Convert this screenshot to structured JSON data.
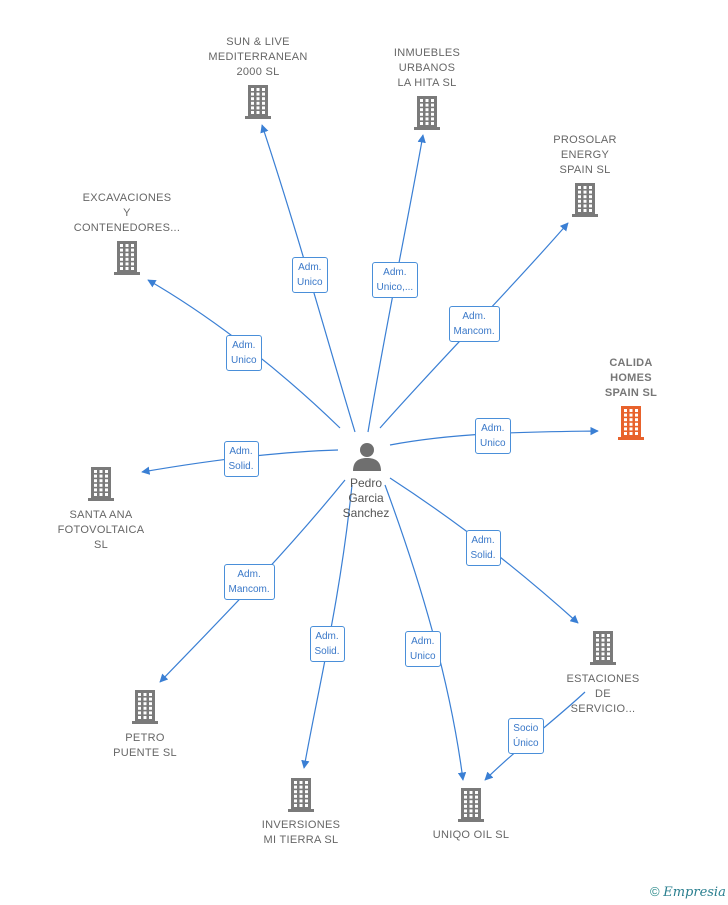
{
  "center": {
    "name": "Pedro\nGarcia\nSanchez"
  },
  "colors": {
    "edge": "#3a7fd4",
    "node": "#7a7a7a",
    "highlight": "#e8622c"
  },
  "nodes": [
    {
      "id": "sun-live",
      "label": "SUN & LIVE\nMEDITERRANEAN\n2000  SL",
      "highlight": false
    },
    {
      "id": "inmuebles",
      "label": "INMUEBLES\nURBANOS\nLA HITA  SL",
      "highlight": false
    },
    {
      "id": "prosolar",
      "label": "PROSOLAR\nENERGY\nSPAIN  SL",
      "highlight": false
    },
    {
      "id": "excavaciones",
      "label": "EXCAVACIONES\nY\nCONTENEDORES...",
      "highlight": false
    },
    {
      "id": "calida",
      "label": "CALIDA\nHOMES\nSPAIN  SL",
      "highlight": true
    },
    {
      "id": "santa-ana",
      "label": "SANTA ANA\nFOTOVOLTAICA\nSL",
      "highlight": false
    },
    {
      "id": "estaciones",
      "label": "ESTACIONES\nDE\nSERVICIO...",
      "highlight": false
    },
    {
      "id": "petro",
      "label": "PETRO\nPUENTE  SL",
      "highlight": false
    },
    {
      "id": "inversiones",
      "label": "INVERSIONES\nMI TIERRA  SL",
      "highlight": false
    },
    {
      "id": "uniqo",
      "label": "UNIQO OIL  SL",
      "highlight": false
    }
  ],
  "edges": [
    {
      "to": "sun-live",
      "label": "Adm.\nUnico"
    },
    {
      "to": "inmuebles",
      "label": "Adm.\nUnico,..."
    },
    {
      "to": "prosolar",
      "label": "Adm.\nMancom."
    },
    {
      "to": "excavaciones",
      "label": "Adm.\nUnico"
    },
    {
      "to": "calida",
      "label": "Adm.\nUnico"
    },
    {
      "to": "santa-ana",
      "label": "Adm.\nSolid."
    },
    {
      "to": "estaciones",
      "label": "Adm.\nSolid."
    },
    {
      "to": "petro",
      "label": "Adm.\nMancom."
    },
    {
      "to": "inversiones",
      "label": "Adm.\nSolid."
    },
    {
      "to": "uniqo",
      "label": "Adm.\nUnico"
    },
    {
      "from": "estaciones",
      "to": "uniqo",
      "label": "Socio\nÚnico"
    }
  ],
  "footer": {
    "symbol": "©",
    "brand": "Empresia"
  }
}
